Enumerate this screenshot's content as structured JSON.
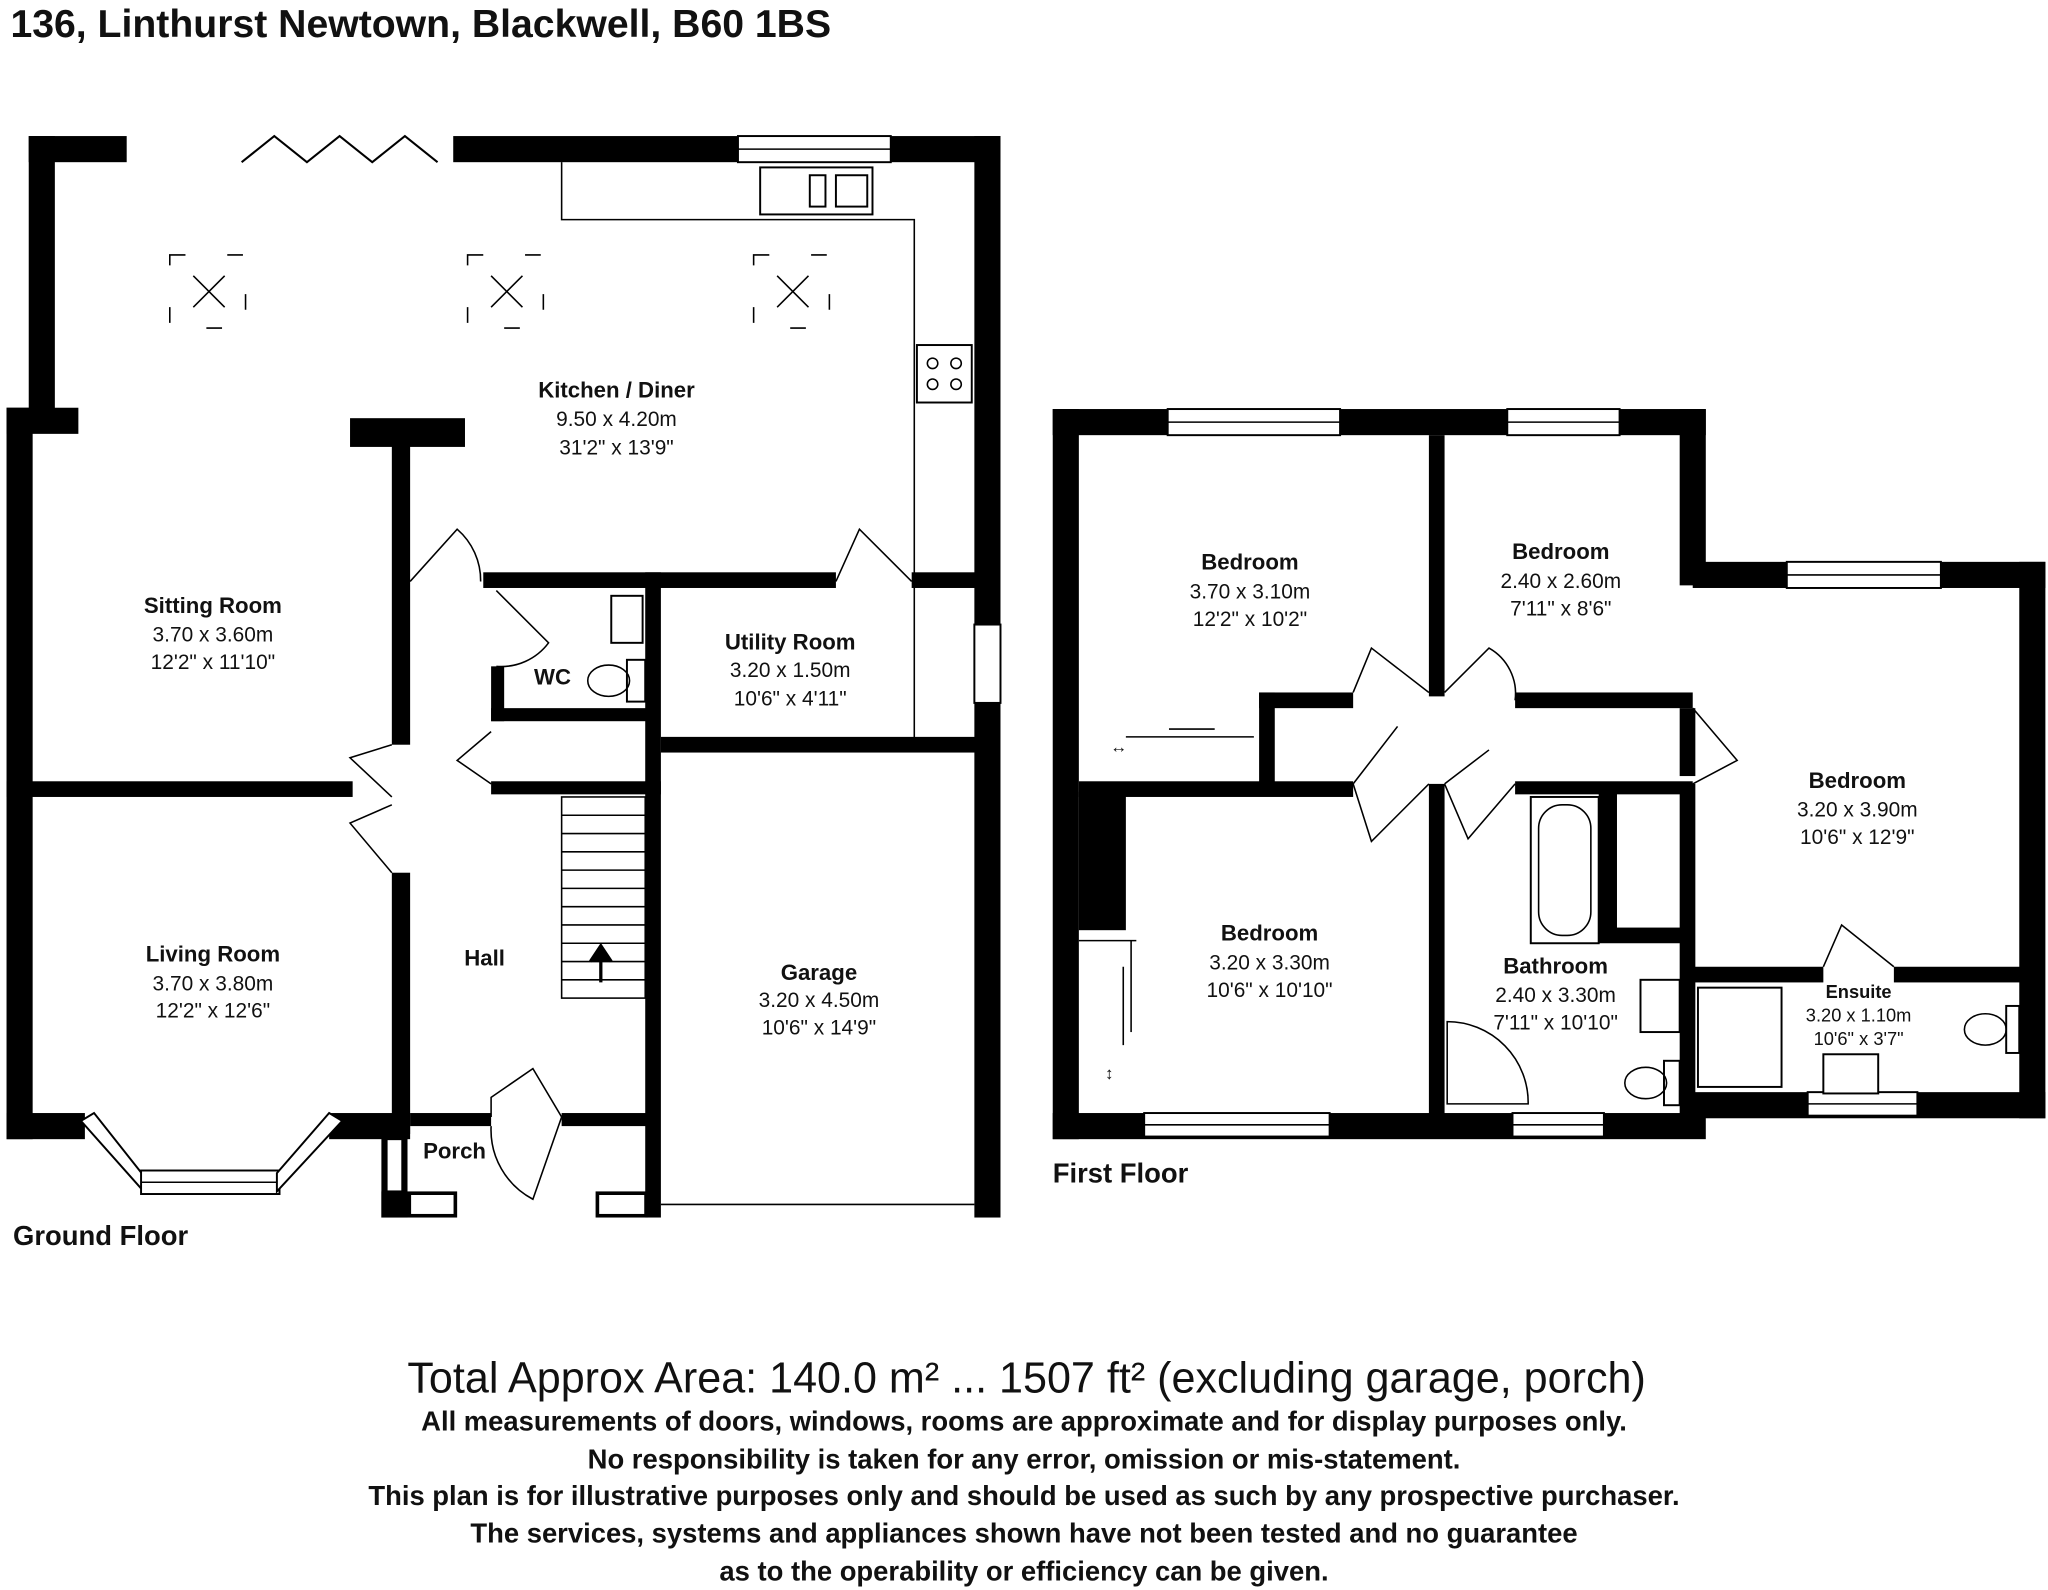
{
  "title": "136, Linthurst Newtown, Blackwell, B60 1BS",
  "ground_floor": {
    "label": "Ground Floor",
    "rooms": [
      {
        "name": "Kitchen / Diner",
        "metric": "9.50 x 4.20m",
        "imperial": "31'2\" x 13'9\""
      },
      {
        "name": "Sitting Room",
        "metric": "3.70 x 3.60m",
        "imperial": "12'2\" x 11'10\""
      },
      {
        "name": "Utility Room",
        "metric": "3.20 x 1.50m",
        "imperial": "10'6\" x 4'11\""
      },
      {
        "name": "WC"
      },
      {
        "name": "Living Room",
        "metric": "3.70 x 3.80m",
        "imperial": "12'2\" x 12'6\""
      },
      {
        "name": "Hall"
      },
      {
        "name": "Garage",
        "metric": "3.20 x 4.50m",
        "imperial": "10'6\" x 14'9\""
      },
      {
        "name": "Porch"
      }
    ]
  },
  "first_floor": {
    "label": "First Floor",
    "rooms": [
      {
        "name": "Bedroom",
        "metric": "3.70 x 3.10m",
        "imperial": "12'2\" x 10'2\""
      },
      {
        "name": "Bedroom",
        "metric": "2.40 x 2.60m",
        "imperial": "7'11\" x 8'6\""
      },
      {
        "name": "Bedroom",
        "metric": "3.20 x 3.90m",
        "imperial": "10'6\" x 12'9\""
      },
      {
        "name": "Bedroom",
        "metric": "3.20 x 3.30m",
        "imperial": "10'6\" x 10'10\""
      },
      {
        "name": "Bathroom",
        "metric": "2.40 x 3.30m",
        "imperial": "7'11\" x 10'10\""
      },
      {
        "name": "Ensuite",
        "metric": "3.20 x 1.10m",
        "imperial": "10'6\" x 3'7\""
      }
    ]
  },
  "footer": {
    "total": "Total Approx Area: 140.0 m² ... 1507 ft² (excluding garage, porch)",
    "lines": [
      "All measurements of doors, windows, rooms are approximate and for display purposes only.",
      "No responsibility is taken for any error, omission or mis-statement.",
      "This plan is for illustrative purposes only and should be used as such by any prospective purchaser.",
      "The services, systems and appliances shown have not been tested and no guarantee",
      "as to the operability or efficiency can be given."
    ]
  }
}
